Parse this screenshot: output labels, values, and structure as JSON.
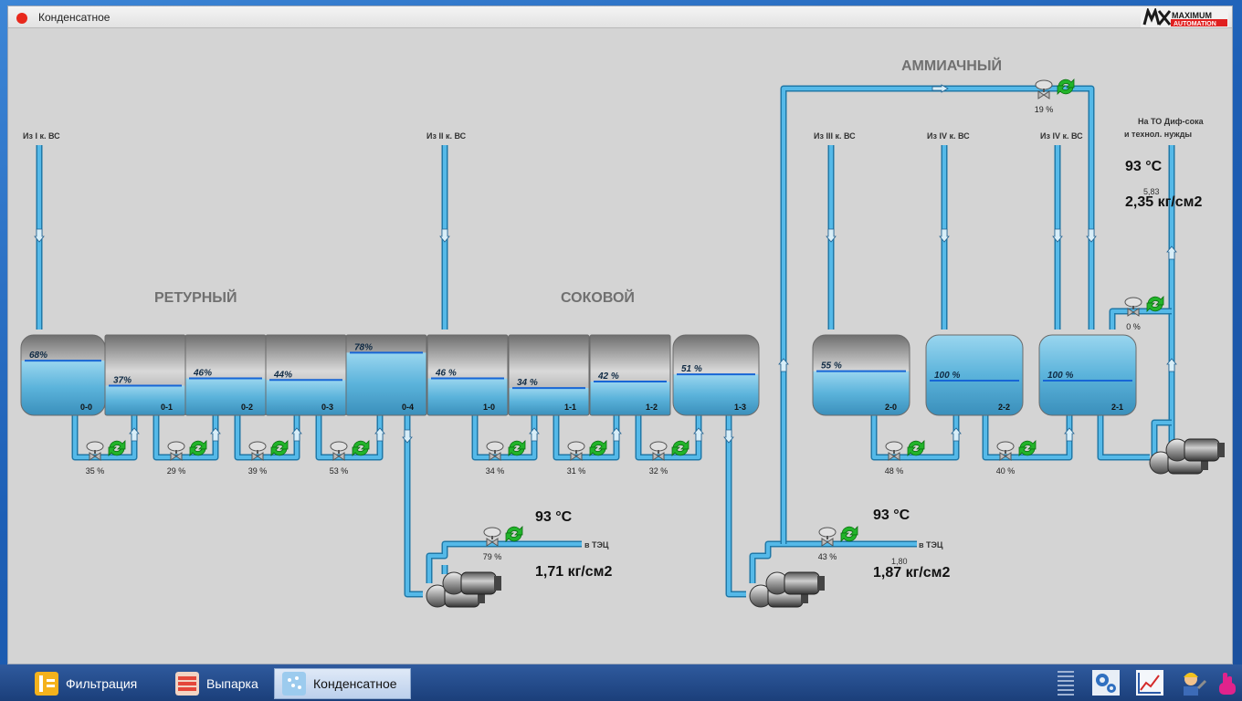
{
  "window": {
    "title": "Конденсатное"
  },
  "logo": {
    "brand": "MAXIMUM",
    "sub": "AUTOMATION"
  },
  "sections": {
    "returny": "РЕТУРНЫЙ",
    "sokovoy": "СОКОВОЙ",
    "ammiachny": "АММИАЧНЫЙ"
  },
  "inlets": {
    "i1": "Из I к. ВС",
    "i2": "Из II к. ВС",
    "i3": "Из III к. ВС",
    "i4a": "Из IV к. ВС",
    "i4b": "Из IV к. ВС",
    "to_line1": "На ТО Диф-сока",
    "to_line2": "и технол. нужды"
  },
  "tanks": [
    {
      "id": "0-0",
      "level": "68%",
      "fill": 0.68
    },
    {
      "id": "0-1",
      "level": "37%",
      "fill": 0.37
    },
    {
      "id": "0-2",
      "level": "46%",
      "fill": 0.46
    },
    {
      "id": "0-3",
      "level": "44%",
      "fill": 0.44
    },
    {
      "id": "0-4",
      "level": "78%",
      "fill": 0.78
    },
    {
      "id": "1-0",
      "level": "46 %",
      "fill": 0.46
    },
    {
      "id": "1-1",
      "level": "34 %",
      "fill": 0.34
    },
    {
      "id": "1-2",
      "level": "42 %",
      "fill": 0.42
    },
    {
      "id": "1-3",
      "level": "51 %",
      "fill": 0.51
    },
    {
      "id": "2-0",
      "level": "55 %",
      "fill": 0.55
    },
    {
      "id": "2-2",
      "level": "100 %",
      "fill": 1.0
    },
    {
      "id": "2-1",
      "level": "100 %",
      "fill": 1.0
    }
  ],
  "valves": [
    {
      "id": "v1",
      "pct": "35 %"
    },
    {
      "id": "v2",
      "pct": "29 %"
    },
    {
      "id": "v3",
      "pct": "39 %"
    },
    {
      "id": "v4",
      "pct": "53 %"
    },
    {
      "id": "v5",
      "pct": "34 %"
    },
    {
      "id": "v6",
      "pct": "31 %"
    },
    {
      "id": "v7",
      "pct": "32 %"
    },
    {
      "id": "v8",
      "pct": "48 %"
    },
    {
      "id": "v9",
      "pct": "40 %"
    },
    {
      "id": "v10",
      "pct": "79 %"
    },
    {
      "id": "v11",
      "pct": "43 %"
    },
    {
      "id": "v12",
      "pct": "19 %"
    },
    {
      "id": "v13",
      "pct": "0 %"
    }
  ],
  "readings": {
    "a_temp": "93 °C",
    "a_press": "1,71 кг/см2",
    "a_out": "в ТЭЦ",
    "b_temp": "93 °C",
    "b_press": "1,87 кг/см2",
    "b_small": "1,80",
    "b_out": "в ТЭЦ",
    "c_temp": "93 °C",
    "c_press": "2,35 кг/см2",
    "c_small": "5,83"
  },
  "taskbar": {
    "items": [
      {
        "label": "Фильтрация"
      },
      {
        "label": "Выпарка"
      },
      {
        "label": "Конденсатное"
      }
    ]
  },
  "colors": {
    "pipe": "#55b9e8",
    "pipe_edge": "#1f79a8",
    "tank_water": "#5fb0d6",
    "tank_gas": "#8a8a8a",
    "level_line": "#1766d6",
    "refresh": "#22b42a"
  }
}
